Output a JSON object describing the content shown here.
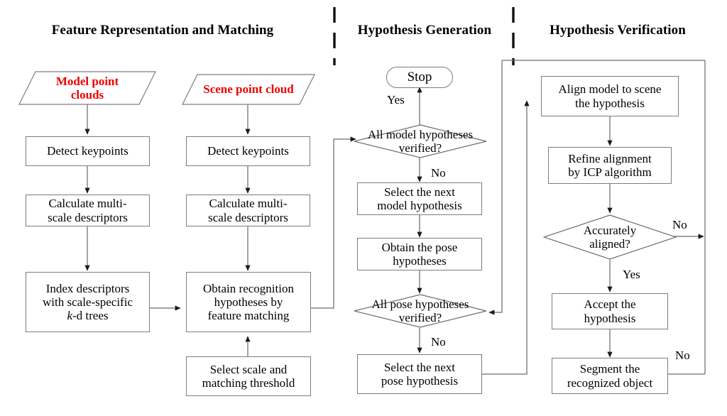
{
  "figure": {
    "type": "flowchart",
    "title": "3D object recognition pipeline flowchart",
    "colors": {
      "accent_red": "#ee0000",
      "box_border": "#7d7d7d",
      "connector": "#555555",
      "text": "#000000",
      "background": "#ffffff"
    }
  },
  "sections": [
    {
      "id": "feature",
      "title": "Feature Representation and Matching"
    },
    {
      "id": "generation",
      "title": "Hypothesis Generation"
    },
    {
      "id": "verification",
      "title": "Hypothesis Verification"
    }
  ],
  "nodes": {
    "model_point_clouds": {
      "label": "Model point clouds",
      "shape": "parallelogram",
      "section": "feature"
    },
    "scene_point_cloud": {
      "label": "Scene point cloud",
      "shape": "parallelogram",
      "section": "feature"
    },
    "detect_keypoints_model": {
      "label": "Detect keypoints",
      "shape": "process",
      "section": "feature"
    },
    "detect_keypoints_scene": {
      "label": "Detect keypoints",
      "shape": "process",
      "section": "feature"
    },
    "calc_desc_model": {
      "label": "Calculate multi-scale descriptors",
      "shape": "process",
      "section": "feature"
    },
    "calc_desc_scene": {
      "label": "Calculate multi-scale descriptors",
      "shape": "process",
      "section": "feature"
    },
    "index_descriptors": {
      "label": "Index descriptors with scale-specific k-d trees",
      "shape": "process",
      "section": "feature"
    },
    "obtain_recognition": {
      "label": "Obtain recognition hypotheses by feature matching",
      "shape": "process",
      "section": "feature"
    },
    "select_scale": {
      "label": "Select scale and matching threshold",
      "shape": "process",
      "section": "feature"
    },
    "stop": {
      "label": "Stop",
      "shape": "terminator",
      "section": "generation"
    },
    "all_model_verified": {
      "label": "All model hypotheses verified?",
      "shape": "decision",
      "section": "generation"
    },
    "select_next_model": {
      "label": "Select the next model hypothesis",
      "shape": "process",
      "section": "generation"
    },
    "obtain_pose": {
      "label": "Obtain the pose hypotheses",
      "shape": "process",
      "section": "generation"
    },
    "all_pose_verified": {
      "label": "All pose hypotheses verified?",
      "shape": "decision",
      "section": "generation"
    },
    "select_next_pose": {
      "label": "Select the next pose hypothesis",
      "shape": "process",
      "section": "generation"
    },
    "align_model": {
      "label": "Align model to scene the hypothesis",
      "shape": "process",
      "section": "verification"
    },
    "refine_alignment": {
      "label": "Refine alignment by ICP algorithm",
      "shape": "process",
      "section": "verification"
    },
    "accurately_aligned": {
      "label": "Accurately aligned?",
      "shape": "decision",
      "section": "verification"
    },
    "accept_hypothesis": {
      "label": "Accept the hypothesis",
      "shape": "process",
      "section": "verification"
    },
    "segment_object": {
      "label": "Segment the recognized object",
      "shape": "process",
      "section": "verification"
    }
  },
  "node_lines": {
    "model_point_clouds": [
      "Model point",
      "clouds"
    ],
    "scene_point_cloud": [
      "Scene point cloud"
    ],
    "detect_keypoints_model": [
      "Detect keypoints"
    ],
    "detect_keypoints_scene": [
      "Detect keypoints"
    ],
    "calc_desc_model": [
      "Calculate multi-",
      "scale descriptors"
    ],
    "calc_desc_scene": [
      "Calculate multi-",
      "scale descriptors"
    ],
    "index_descriptors": [
      "Index descriptors",
      "with scale-specific",
      "k-d trees"
    ],
    "obtain_recognition": [
      "Obtain recognition",
      "hypotheses by",
      "feature matching"
    ],
    "select_scale": [
      "Select scale and",
      "matching threshold"
    ],
    "stop": [
      "Stop"
    ],
    "all_model_verified": [
      "All model hypotheses",
      "verified?"
    ],
    "select_next_model": [
      "Select the next",
      "model hypothesis"
    ],
    "obtain_pose": [
      "Obtain the pose",
      "hypotheses"
    ],
    "all_pose_verified": [
      "All pose hypotheses",
      "verified?"
    ],
    "select_next_pose": [
      "Select the next",
      "pose hypothesis"
    ],
    "align_model": [
      "Align model to scene",
      "the hypothesis"
    ],
    "refine_alignment": [
      "Refine alignment",
      "by ICP algorithm"
    ],
    "accurately_aligned": [
      "Accurately",
      "aligned?"
    ],
    "accept_hypothesis": [
      "Accept the",
      "hypothesis"
    ],
    "segment_object": [
      "Segment the",
      "recognized object"
    ]
  },
  "edge_labels": {
    "stop_yes": "Yes",
    "model_no": "No",
    "pose_no": "No",
    "aligned_no": "No",
    "aligned_yes": "Yes",
    "segment_no": "No"
  }
}
